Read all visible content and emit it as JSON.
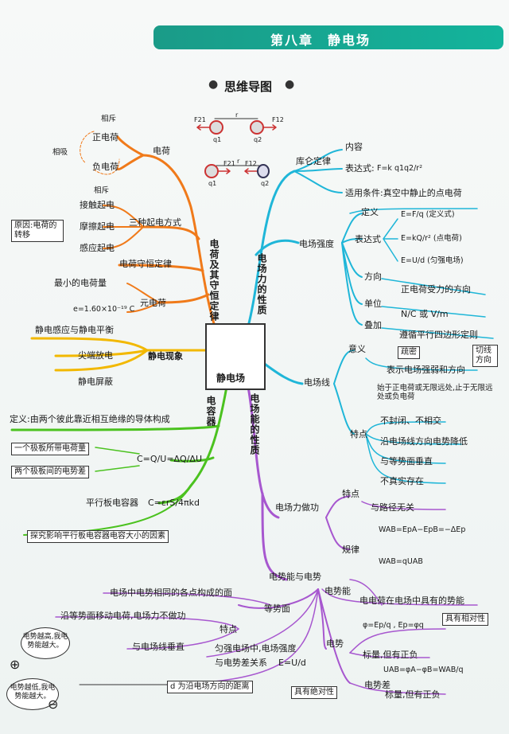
{
  "header": {
    "chapter_title": "第八章　静电场",
    "mindmap_title": "思维导图"
  },
  "diagram": {
    "f21": "F21",
    "f12": "F12",
    "f21b": "F21",
    "f12b": "F12",
    "r": "r",
    "r2": "r",
    "q1": "q1",
    "q2": "q2",
    "q1b": "q1",
    "q2b": "q2"
  },
  "center": {
    "label": "静电场"
  },
  "branch_charge": {
    "title": "电荷及其守恒定律",
    "repel1": "相斥",
    "attract": "相吸",
    "positive": "正电荷",
    "negative": "负电荷",
    "repel2": "相斥",
    "charge": "电荷",
    "contact": "接触起电",
    "friction": "摩擦起电",
    "induction": "感应起电",
    "three_ways": "三种起电方式",
    "cause_note": "原因:电荷的转移",
    "conservation": "电荷守恒定律",
    "min_charge": "最小的电荷量",
    "e_value": "e=1.60×10⁻¹⁹ C",
    "elementary": "元电荷"
  },
  "branch_phenomena": {
    "title": "静电现象",
    "items": [
      "静电感应与静电平衡",
      "尖端放电",
      "静电屏蔽"
    ]
  },
  "branch_capacitor": {
    "title": "电容器",
    "definition": "定义:由两个彼此靠近相互绝缘的导体构成",
    "plate_charge": "一个极板所带电荷量",
    "plate_voltage": "两个极板间的电势差",
    "cap_formula": "C=Q/U=ΔQ/ΔU",
    "parallel": "平行板电容器",
    "parallel_formula": "C=εrS/4πkd",
    "factors": "探究影响平行板电容器电容大小的因素"
  },
  "branch_force": {
    "title": "电场力的性质",
    "coulomb": "库仑定律",
    "content": "内容",
    "expression_label": "表达式:",
    "coulomb_formula": "F=k q1q2/r²",
    "condition": "适用条件:真空中静止的点电荷",
    "field_strength": "电场强度",
    "definition": "定义",
    "def_formula": "E=F/q (定义式)",
    "expression": "表达式",
    "point_formula": "E=kQ/r² (点电荷)",
    "uniform_formula": "E=U/d (匀强电场)",
    "direction": "方向",
    "direction_text": "正电荷受力的方向",
    "unit": "单位",
    "unit_text": "N/C 或 V/m",
    "superposition": "叠加",
    "superposition_text": "遵循平行四边形定则",
    "field_lines": "电场线",
    "meaning": "意义",
    "density": "疏密",
    "tangent": "切线方向",
    "meaning_text": "表示电场强弱和方向",
    "start_end": "始于正电荷或无限远处,止于无限远处或负电荷",
    "features": "特点",
    "feature_items": [
      "不封闭、不相交",
      "沿电场线方向电势降低",
      "与等势面垂直",
      "不真实存在"
    ]
  },
  "branch_energy": {
    "title": "电场能的性质",
    "work": "电场力做功",
    "work_feature": "特点",
    "path_free": "与路径无关",
    "rule": "规律",
    "w_formula1": "WAB=EpA−EpB=−ΔEp",
    "w_formula2": "WAB=qUAB",
    "energy_potential": "电势能与电势",
    "equipotential": "等势面",
    "eq_def": "电场中电势相同的各点构成的面",
    "eq_features": "特点",
    "eq_no_work": "沿等势面移动电荷,电场力不做功",
    "eq_perp": "与电场线垂直",
    "uniform_relation": "匀强电场中,电场强度",
    "uniform_relation2": "与电势差关系",
    "e_ud": "E=U/d",
    "d_note": "d 为沿电场方向的距离",
    "potential_energy": "电势能",
    "pe_text": "电电荷在电场中具有的势能",
    "relative": "具有相对性",
    "potential": "电势",
    "phi_formula": "φ=Ep/q , Ep=φq",
    "scalar": "标量,但有正负",
    "potential_diff": "电势差",
    "uab_formula": "UAB=φA−φB=WAB/q",
    "absolute": "具有绝对性",
    "scalar2": "标量,但有正负",
    "cloud_top": "电势越高,我电势能越大。",
    "cloud_bottom": "电势越低,我电势能越大。"
  }
}
